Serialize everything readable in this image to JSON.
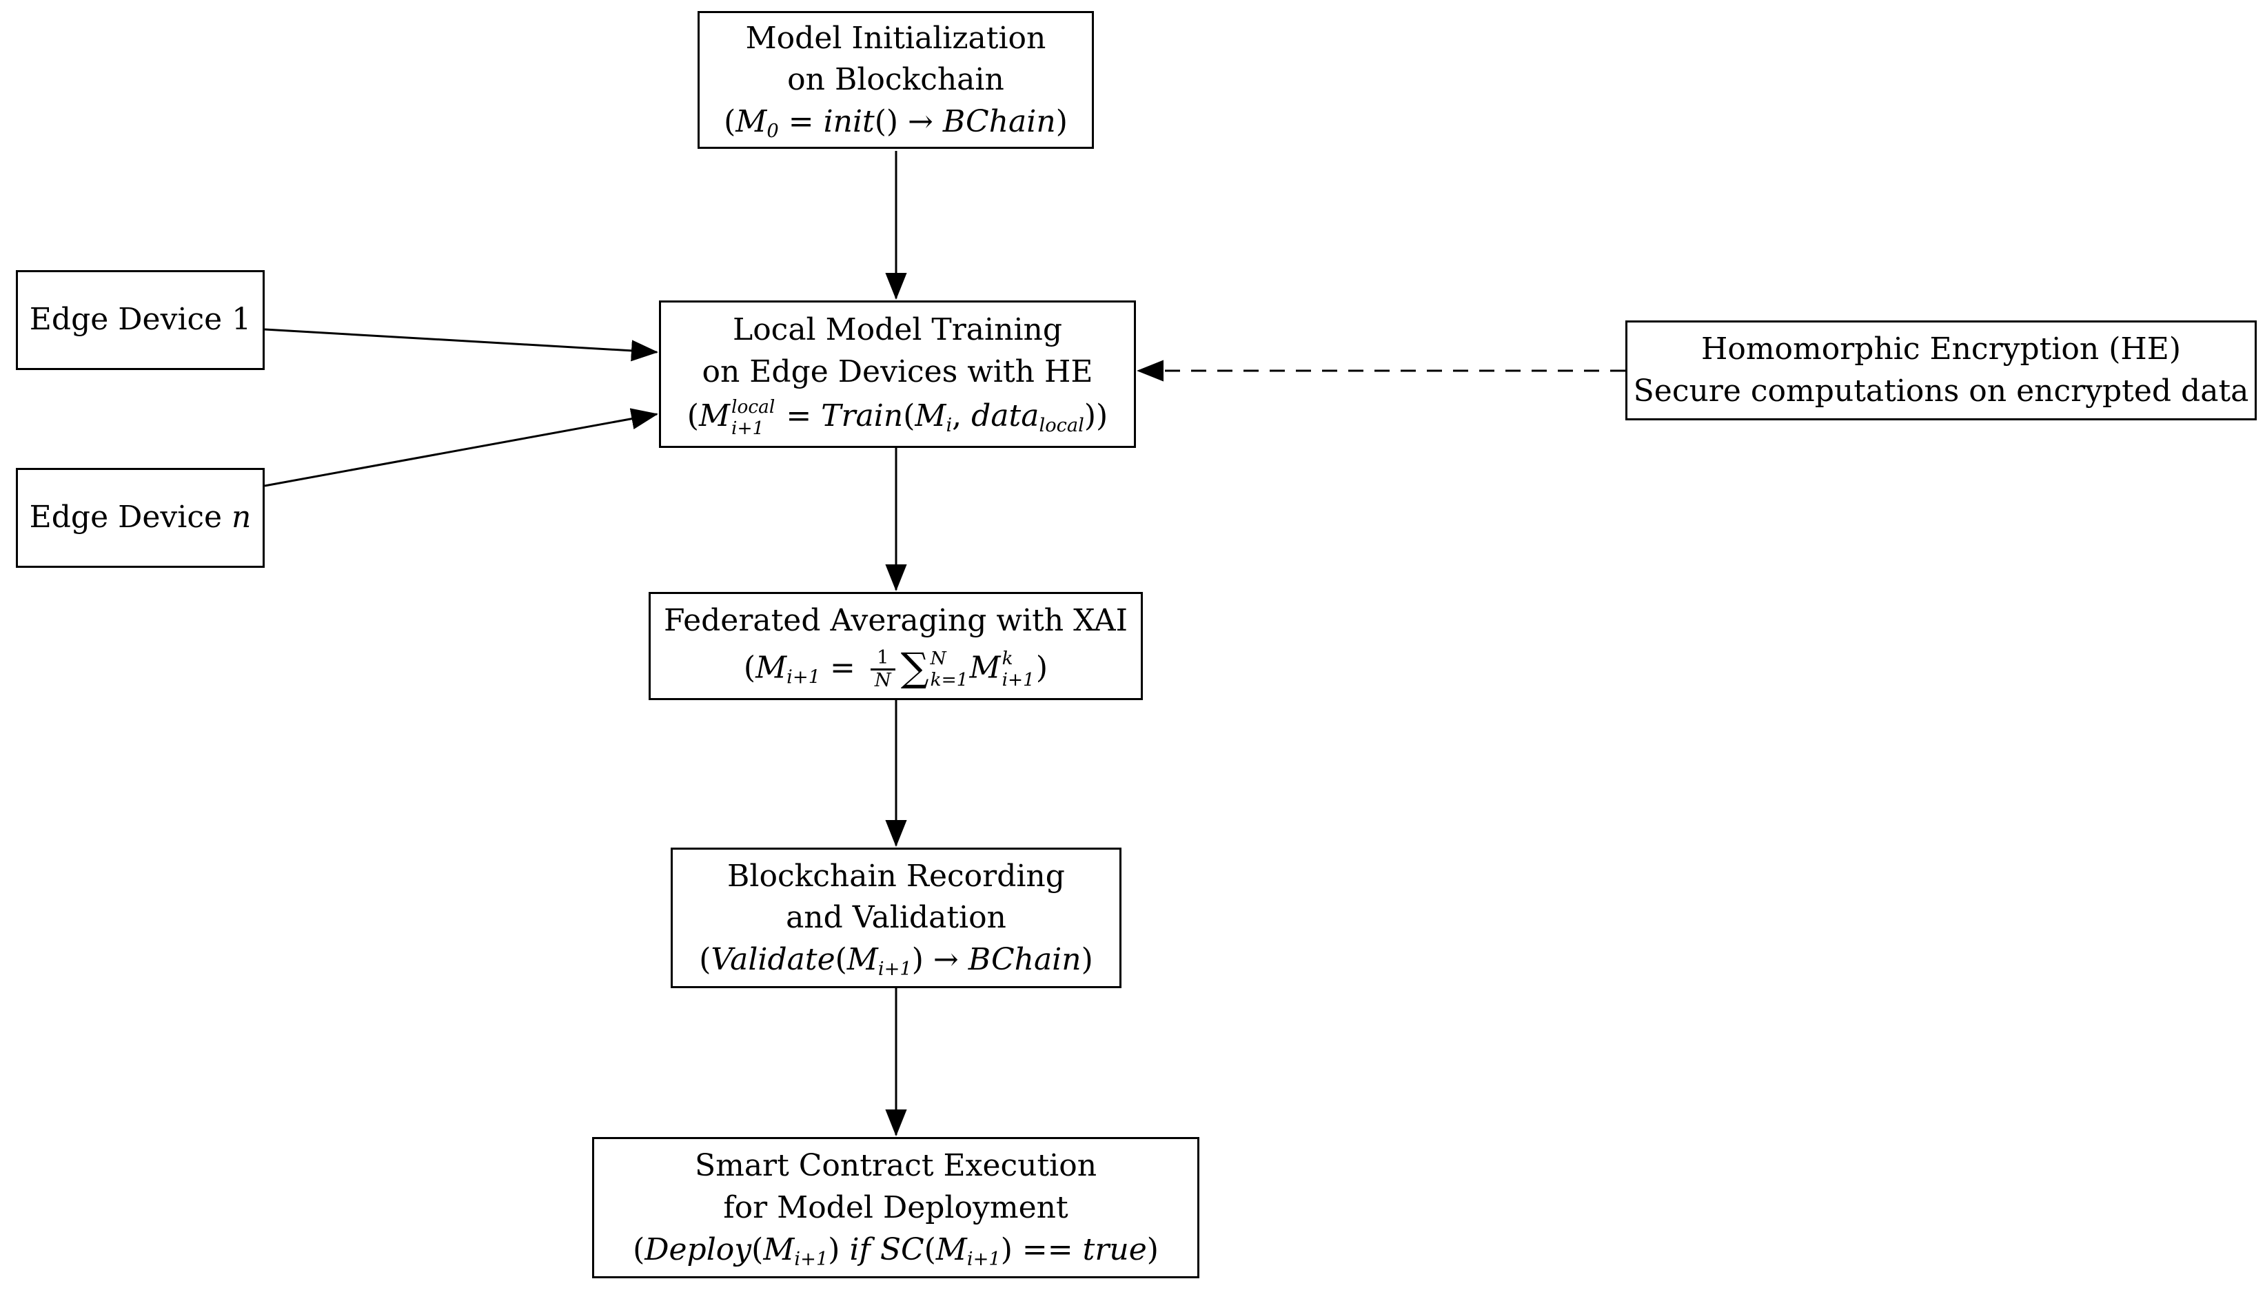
{
  "diagram": {
    "colors": {
      "background": "#ffffff",
      "line": "#000000",
      "text": "#000000"
    },
    "boxes": {
      "model_init": {
        "line1": "Model Initialization",
        "line2": "on Blockchain",
        "formula": [
          {
            "s": "n",
            "t": "("
          },
          {
            "s": "i",
            "t": "M"
          },
          {
            "s": "sub",
            "t": "0"
          },
          {
            "s": "n",
            "t": " = "
          },
          {
            "s": "i",
            "t": "init"
          },
          {
            "s": "n",
            "t": "() → "
          },
          {
            "s": "i",
            "t": "BChain"
          },
          {
            "s": "n",
            "t": ")"
          }
        ]
      },
      "edge_device_1": {
        "label": [
          {
            "s": "n",
            "t": "Edge Device 1"
          }
        ]
      },
      "edge_device_n": {
        "label": [
          {
            "s": "n",
            "t": "Edge Device "
          },
          {
            "s": "i",
            "t": "n"
          }
        ]
      },
      "local_training": {
        "line1": "Local Model Training",
        "line2": "on Edge Devices with HE",
        "formula": [
          {
            "s": "n",
            "t": "("
          },
          {
            "s": "i",
            "t": "M"
          },
          {
            "s": "ss",
            "sup": "local",
            "sub": "i+1"
          },
          {
            "s": "n",
            "t": " = "
          },
          {
            "s": "i",
            "t": "Train"
          },
          {
            "s": "n",
            "t": "("
          },
          {
            "s": "i",
            "t": "M"
          },
          {
            "s": "sub",
            "t": "i"
          },
          {
            "s": "n",
            "t": ", "
          },
          {
            "s": "i",
            "t": "data"
          },
          {
            "s": "sub",
            "t": "local"
          },
          {
            "s": "n",
            "t": "))"
          }
        ]
      },
      "homomorphic_encryption": {
        "line1": "Homomorphic Encryption (HE)",
        "line2": "Secure computations on encrypted data"
      },
      "federated_averaging": {
        "line1": "Federated Averaging with XAI",
        "formula": [
          {
            "s": "n",
            "t": "("
          },
          {
            "s": "i",
            "t": "M"
          },
          {
            "s": "sub",
            "t": "i+1"
          },
          {
            "s": "n",
            "t": " = "
          },
          {
            "s": "frac",
            "num": "1",
            "den": "N"
          },
          {
            "s": "big",
            "t": "∑"
          },
          {
            "s": "ss",
            "sup": "N",
            "sub": "k=1"
          },
          {
            "s": "i",
            "t": "M"
          },
          {
            "s": "ss",
            "sup": "k",
            "sub": "i+1"
          },
          {
            "s": "n",
            "t": ")"
          }
        ]
      },
      "blockchain_recording": {
        "line1": "Blockchain Recording",
        "line2": "and Validation",
        "formula": [
          {
            "s": "n",
            "t": "("
          },
          {
            "s": "i",
            "t": "Validate"
          },
          {
            "s": "n",
            "t": "("
          },
          {
            "s": "i",
            "t": "M"
          },
          {
            "s": "sub",
            "t": "i+1"
          },
          {
            "s": "n",
            "t": ") → "
          },
          {
            "s": "i",
            "t": "BChain"
          },
          {
            "s": "n",
            "t": ")"
          }
        ]
      },
      "smart_contract": {
        "line1": "Smart Contract Execution",
        "line2": "for Model Deployment",
        "formula": [
          {
            "s": "n",
            "t": "("
          },
          {
            "s": "i",
            "t": "Deploy"
          },
          {
            "s": "n",
            "t": "("
          },
          {
            "s": "i",
            "t": "M"
          },
          {
            "s": "sub",
            "t": "i+1"
          },
          {
            "s": "n",
            "t": ") "
          },
          {
            "s": "i",
            "t": "if"
          },
          {
            "s": "n",
            "t": " "
          },
          {
            "s": "i",
            "t": "SC"
          },
          {
            "s": "n",
            "t": "("
          },
          {
            "s": "i",
            "t": "M"
          },
          {
            "s": "sub",
            "t": "i+1"
          },
          {
            "s": "n",
            "t": ") == "
          },
          {
            "s": "i",
            "t": "true"
          },
          {
            "s": "n",
            "t": ")"
          }
        ]
      }
    }
  }
}
